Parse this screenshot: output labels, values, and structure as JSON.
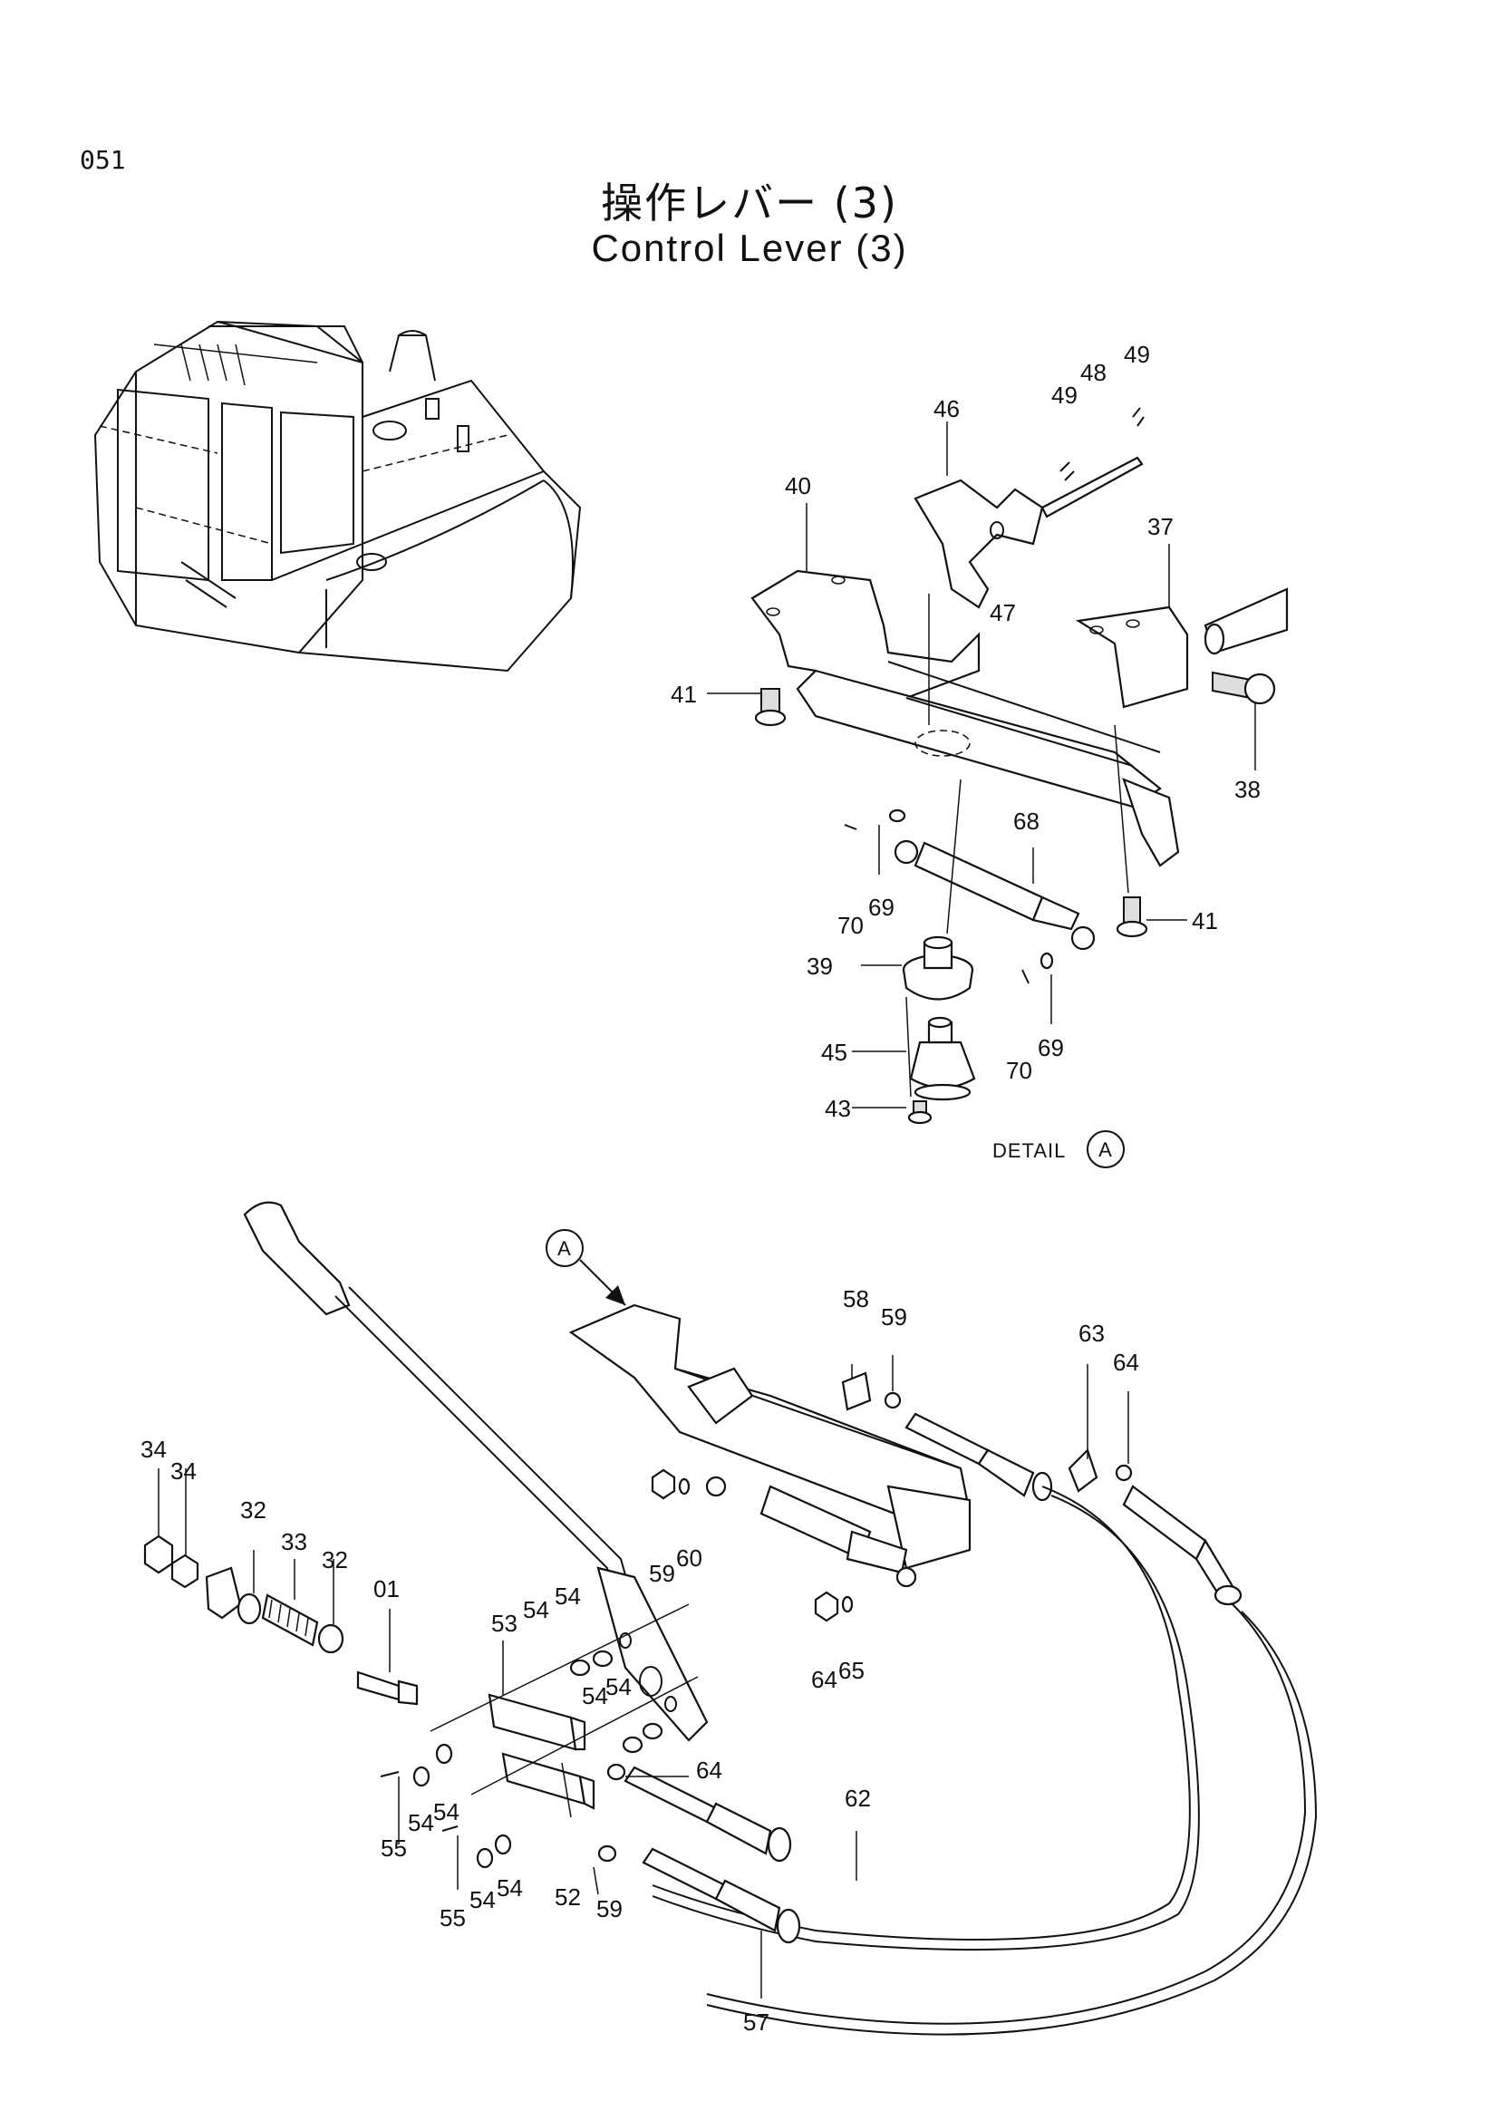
{
  "page_code": "051",
  "title_jp": "操作レバー (3)",
  "title_en": "Control Lever (3)",
  "detail_label": "DETAIL",
  "detail_marker": "A",
  "callout_marker": "A",
  "part_labels": {
    "p49a": "49",
    "p49b": "49",
    "p48": "48",
    "p46": "46",
    "p40": "40",
    "p37": "37",
    "p47": "47",
    "p41a": "41",
    "p38": "38",
    "p68": "68",
    "p70a": "70",
    "p69a": "69",
    "p41b": "41",
    "p39": "39",
    "p45": "45",
    "p70b": "70",
    "p69b": "69",
    "p43": "43",
    "p58": "58",
    "p59a": "59",
    "p63": "63",
    "p64a": "64",
    "p34a": "34",
    "p34b": "34",
    "p32a": "32",
    "p33": "33",
    "p32b": "32",
    "p01": "01",
    "p59b": "59",
    "p60": "60",
    "p53": "53",
    "p54a": "54",
    "p54b": "54",
    "p54c": "54",
    "p54d": "54",
    "p64b": "64",
    "p65": "65",
    "p64c": "64",
    "p62": "62",
    "p54e": "54",
    "p54f": "54",
    "p55a": "55",
    "p54g": "54",
    "p54h": "54",
    "p52": "52",
    "p59c": "59",
    "p55b": "55",
    "p57": "57"
  }
}
